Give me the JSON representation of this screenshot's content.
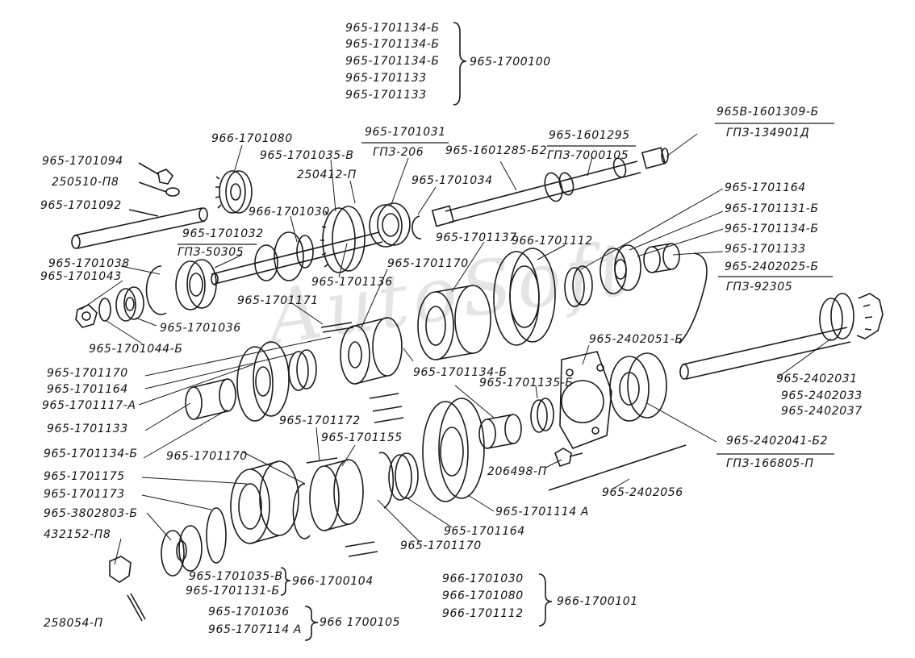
{
  "watermark": "AutoSoft",
  "groups": {
    "top": {
      "items": [
        "965-1701134-Б",
        "965-1701134-Б",
        "965-1701134-Б",
        "965-1701133",
        "965-1701133"
      ],
      "result": "965-1700100"
    },
    "bottom_right": {
      "items": [
        "966-1701030",
        "966-1701080",
        "966-1701112"
      ],
      "result": "966-1700101"
    },
    "bottom_mid": {
      "items": [
        "965-1701036",
        "965-1707114 А"
      ],
      "result": "966 1700105"
    },
    "bottom_left": {
      "items": [
        "965-1701035-В",
        "965-1701131-Б"
      ],
      "result": "966-1700104"
    }
  },
  "labels": {
    "p1": "966-1701080",
    "p2": "965-1701094",
    "p3": "250510-П8",
    "p4": "965-1701092",
    "p5": "965-1701035-В",
    "p6": "250412-П",
    "p7": "965-1701031",
    "p8": "ГПЗ-206",
    "p9": "965-1601285-Б2",
    "p10": "965-1601295",
    "p11": "ГПЗ-7000105",
    "p12": "965В-1601309-Б",
    "p13": "ГПЗ-134901Д",
    "p14": "966-1701030",
    "p15": "965-1701034",
    "p16": "965-1701032",
    "p17": "ГПЗ-50305",
    "p18": "965-1701137",
    "p19": "966-1701112",
    "p20": "965-1701164",
    "p21": "965-1701131-Б",
    "p22": "965-1701134-Б",
    "p23": "965-1701133",
    "p24": "965-2402025-Б",
    "p25": "ГПЗ-92305",
    "p26": "965-1701038",
    "p27": "965-1701043",
    "p28": "965-1701136",
    "p29": "965-1701170",
    "p30": "965-1701171",
    "p31": "965-1701036",
    "p32": "965-1701044-Б",
    "p33": "965-2402051-Б",
    "p34": "965-1701170",
    "p35": "965-1701164",
    "p36": "965-1701117-А",
    "p37": "965-1701134-Б",
    "p38": "965-1701135-Б",
    "p39": "965-2402031",
    "p40": "965-2402033",
    "p41": "965-2402037",
    "p42": "965-1701133",
    "p43": "965-1701172",
    "p44": "965-1701155",
    "p45": "965-1701134-Б",
    "p46": "965-1701170",
    "p47": "965-2402041-Б2",
    "p48": "ГПЗ-166805-П",
    "p49": "206498-П",
    "p50": "965-2402056",
    "p51": "965-1701175",
    "p52": "965-1701173",
    "p53": "965-3802803-Б",
    "p54": "432152-П8",
    "p55": "965-1701114 А",
    "p56": "965-1701164",
    "p57": "965-1701170",
    "p58": "258054-П"
  }
}
